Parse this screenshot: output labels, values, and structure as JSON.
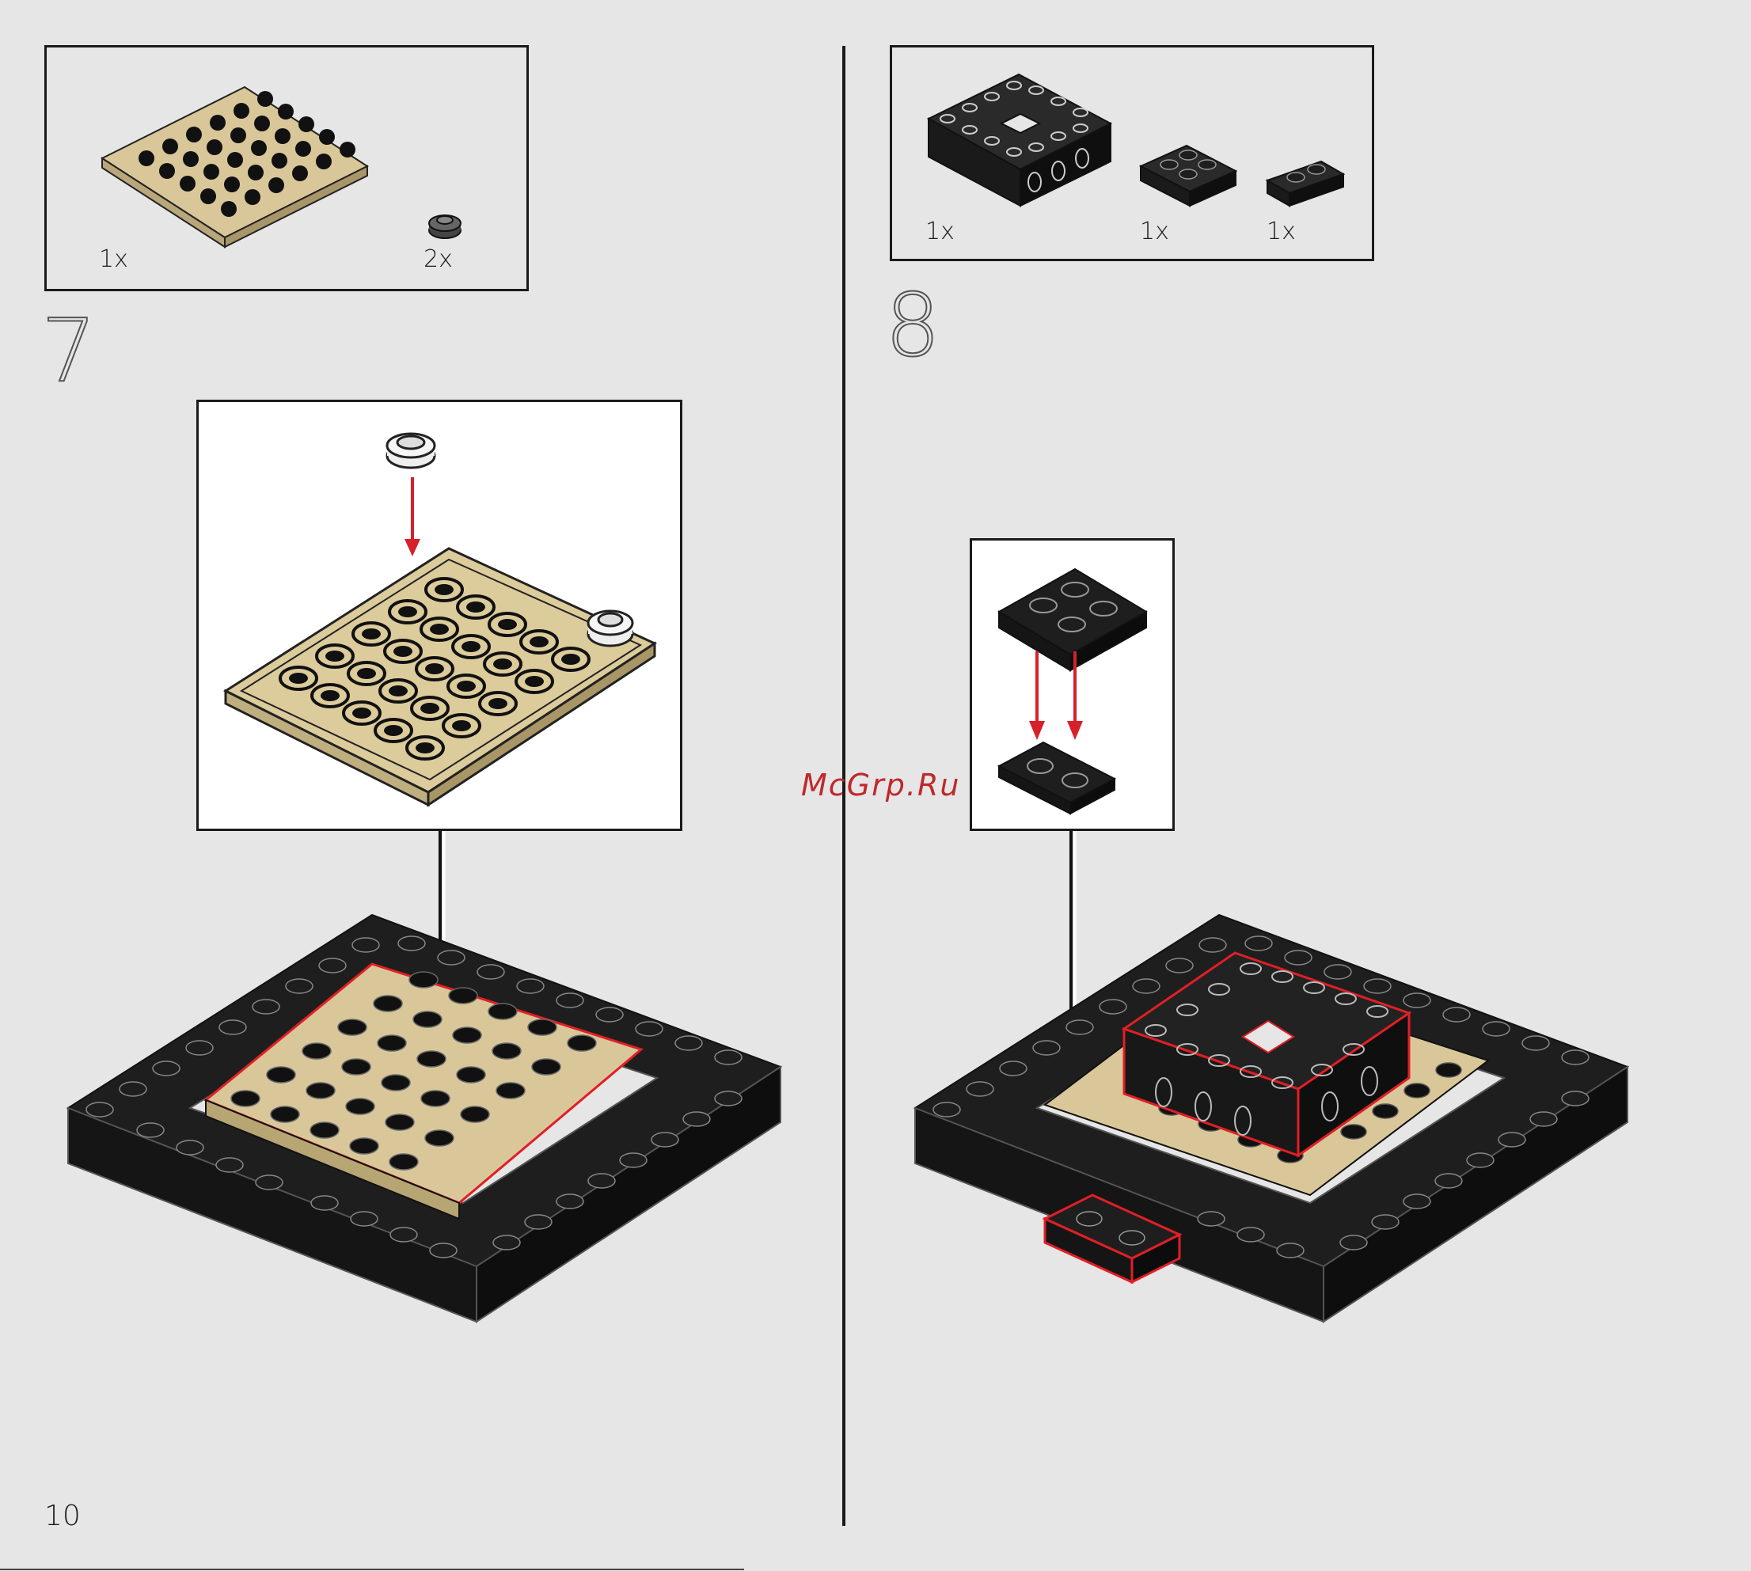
{
  "page": {
    "number": "10"
  },
  "watermark": {
    "text": "McGrp.Ru"
  },
  "step7": {
    "number": "7",
    "parts": [
      {
        "name": "tan 6x6 plate",
        "count": "1x"
      },
      {
        "name": "dark grey round 1x1 plate",
        "count": "2x"
      }
    ]
  },
  "step8": {
    "number": "8",
    "parts": [
      {
        "name": "black 4x4 technic frame",
        "count": "1x"
      },
      {
        "name": "black 2x2 plate",
        "count": "1x"
      },
      {
        "name": "black 1x2 plate",
        "count": "1x"
      }
    ]
  },
  "colors": {
    "background": "#e6e6e6",
    "black_brick": "#1e1e1e",
    "tan_brick": "#d9c79a",
    "highlight_red": "#e01f26",
    "arrow_red": "#d6202a"
  }
}
